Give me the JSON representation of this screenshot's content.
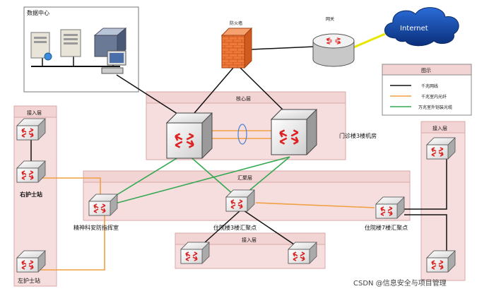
{
  "data_center": {
    "label": "数据中心"
  },
  "firewall": {
    "label": "防火墙"
  },
  "gateway": {
    "label": "网关"
  },
  "internet": {
    "label": "Internet"
  },
  "legend": {
    "title": "图示",
    "items": [
      {
        "label": "千兆网线",
        "color": "#111111"
      },
      {
        "label": "千兆室内光纤",
        "color": "#f0a040"
      },
      {
        "label": "万兆室外铠装光缆",
        "color": "#34a853"
      }
    ]
  },
  "layers": {
    "core": "核心层",
    "aggregation": "汇聚层",
    "access_left": "接入层",
    "access_right": "接入层",
    "access_bottom": "接入层"
  },
  "labels": {
    "clinic_room": "门诊楼3楼机房",
    "right_nurse": "右护士站",
    "left_nurse": "左护士站",
    "psych": "精神科安防指挥室",
    "inpatient3": "住院楼3楼汇聚点",
    "inpatient7": "住院楼7楼汇聚点"
  },
  "watermark": "CSDN @信息安全与项目管理",
  "colors": {
    "copper": "#111111",
    "indoor_fiber": "#f0a040",
    "outdoor_fiber": "#34a853",
    "zone_fill": "#f6dede",
    "zone_stroke": "#d9a8a8"
  }
}
